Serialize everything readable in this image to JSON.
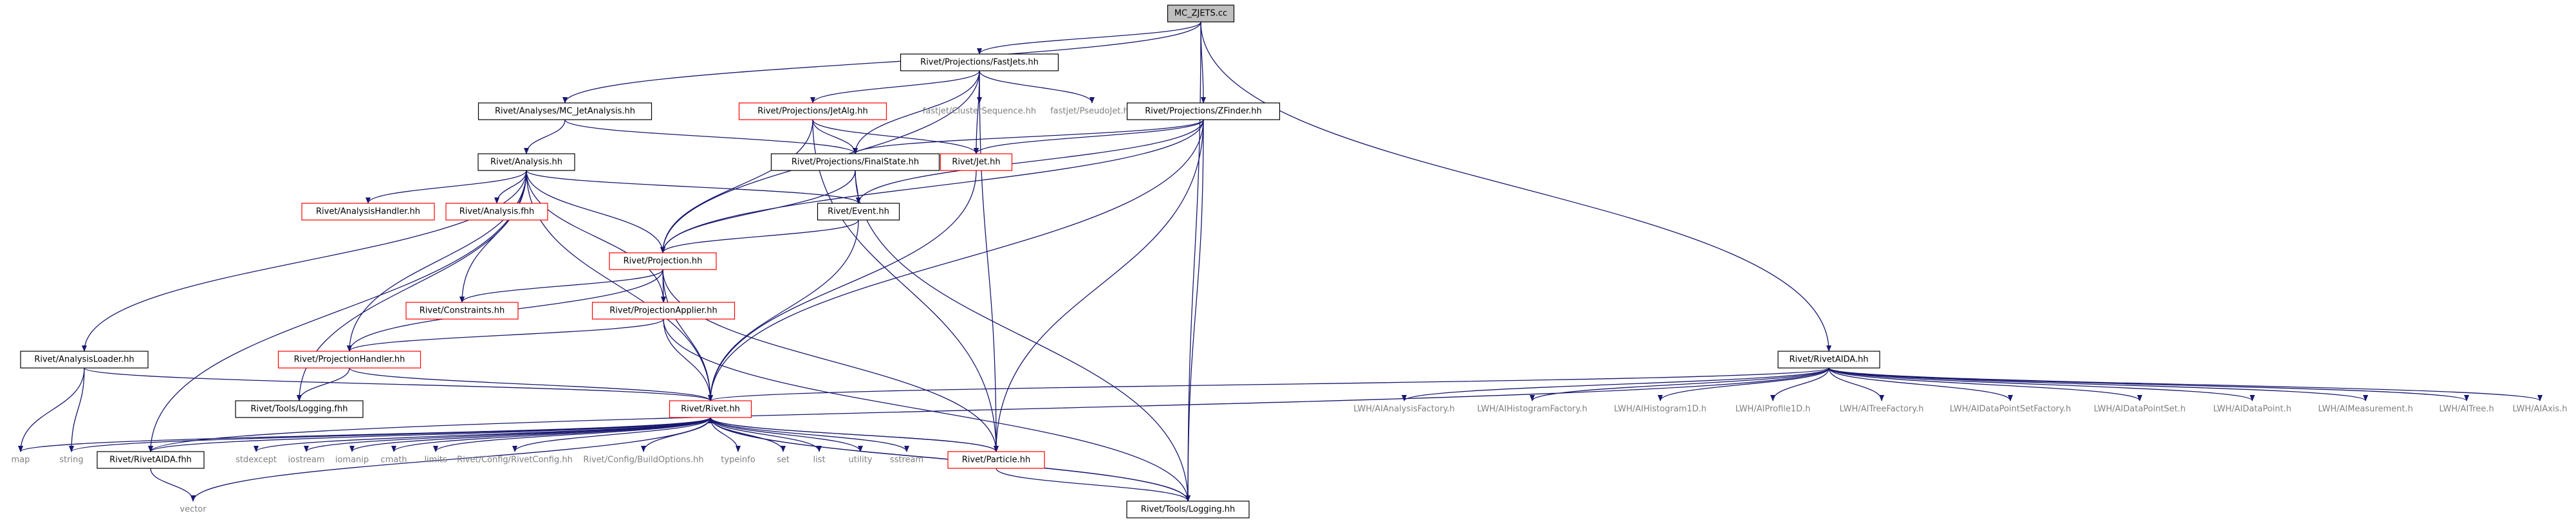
{
  "colors": {
    "edge": "#191970",
    "box_border_black": "#000000",
    "box_border_red": "#ff0000",
    "root_fill": "#bfbfbf",
    "external_text": "#808080"
  },
  "nodes": [
    {
      "id": "mc_zjets",
      "label": "MC_ZJETS.cc",
      "kind": "root"
    },
    {
      "id": "fastjets",
      "label": "Rivet/Projections/FastJets.hh",
      "kind": "black"
    },
    {
      "id": "mc_jetanalysis",
      "label": "Rivet/Analyses/MC_JetAnalysis.hh",
      "kind": "black"
    },
    {
      "id": "jetalg",
      "label": "Rivet/Projections/JetAlg.hh",
      "kind": "red"
    },
    {
      "id": "clusterseq",
      "label": "fastjet/ClusterSequence.hh",
      "kind": "plain"
    },
    {
      "id": "pseudojet",
      "label": "fastjet/PseudoJet.hh",
      "kind": "plain"
    },
    {
      "id": "zfinder",
      "label": "Rivet/Projections/ZFinder.hh",
      "kind": "black"
    },
    {
      "id": "analysis",
      "label": "Rivet/Analysis.hh",
      "kind": "black"
    },
    {
      "id": "finalstate",
      "label": "Rivet/Projections/FinalState.hh",
      "kind": "black"
    },
    {
      "id": "jet",
      "label": "Rivet/Jet.hh",
      "kind": "red"
    },
    {
      "id": "analysishandler",
      "label": "Rivet/AnalysisHandler.hh",
      "kind": "red"
    },
    {
      "id": "analysisfhh",
      "label": "Rivet/Analysis.fhh",
      "kind": "red"
    },
    {
      "id": "event",
      "label": "Rivet/Event.hh",
      "kind": "black"
    },
    {
      "id": "projection",
      "label": "Rivet/Projection.hh",
      "kind": "red"
    },
    {
      "id": "constraints",
      "label": "Rivet/Constraints.hh",
      "kind": "red"
    },
    {
      "id": "projectionapplier",
      "label": "Rivet/ProjectionApplier.hh",
      "kind": "red"
    },
    {
      "id": "analysisloader",
      "label": "Rivet/AnalysisLoader.hh",
      "kind": "black"
    },
    {
      "id": "projectionhandler",
      "label": "Rivet/ProjectionHandler.hh",
      "kind": "red"
    },
    {
      "id": "loggingfhh",
      "label": "Rivet/Tools/Logging.fhh",
      "kind": "black"
    },
    {
      "id": "rivet",
      "label": "Rivet/Rivet.hh",
      "kind": "red"
    },
    {
      "id": "rivetaidahh",
      "label": "Rivet/RivetAIDA.hh",
      "kind": "black"
    },
    {
      "id": "rivetaidafhh",
      "label": "Rivet/RivetAIDA.fhh",
      "kind": "black"
    },
    {
      "id": "particle",
      "label": "Rivet/Particle.hh",
      "kind": "red"
    },
    {
      "id": "logginghh",
      "label": "Rivet/Tools/Logging.hh",
      "kind": "black"
    },
    {
      "id": "map",
      "label": "map",
      "kind": "plain"
    },
    {
      "id": "string",
      "label": "string",
      "kind": "plain"
    },
    {
      "id": "vector",
      "label": "vector",
      "kind": "plain"
    },
    {
      "id": "stdexcept",
      "label": "stdexcept",
      "kind": "plain"
    },
    {
      "id": "iostream",
      "label": "iostream",
      "kind": "plain"
    },
    {
      "id": "iomanip",
      "label": "iomanip",
      "kind": "plain"
    },
    {
      "id": "cmath",
      "label": "cmath",
      "kind": "plain"
    },
    {
      "id": "limits",
      "label": "limits",
      "kind": "plain"
    },
    {
      "id": "rivetconfig",
      "label": "Rivet/Config/RivetConfig.hh",
      "kind": "plain"
    },
    {
      "id": "buildoptions",
      "label": "Rivet/Config/BuildOptions.hh",
      "kind": "plain"
    },
    {
      "id": "typeinfo",
      "label": "typeinfo",
      "kind": "plain"
    },
    {
      "id": "set",
      "label": "set",
      "kind": "plain"
    },
    {
      "id": "list",
      "label": "list",
      "kind": "plain"
    },
    {
      "id": "utility",
      "label": "utility",
      "kind": "plain"
    },
    {
      "id": "sstream",
      "label": "sstream",
      "kind": "plain"
    },
    {
      "id": "aianalysisfactory",
      "label": "LWH/AIAnalysisFactory.h",
      "kind": "plain"
    },
    {
      "id": "aihistogramfactory",
      "label": "LWH/AIHistogramFactory.h",
      "kind": "plain"
    },
    {
      "id": "aihistogram1d",
      "label": "LWH/AIHistogram1D.h",
      "kind": "plain"
    },
    {
      "id": "aiprofile1d",
      "label": "LWH/AIProfile1D.h",
      "kind": "plain"
    },
    {
      "id": "aitreefactory",
      "label": "LWH/AITreeFactory.h",
      "kind": "plain"
    },
    {
      "id": "aidatapointsetfactory",
      "label": "LWH/AIDataPointSetFactory.h",
      "kind": "plain"
    },
    {
      "id": "aidatapointset",
      "label": "LWH/AIDataPointSet.h",
      "kind": "plain"
    },
    {
      "id": "aidatapoint",
      "label": "LWH/AIDataPoint.h",
      "kind": "plain"
    },
    {
      "id": "aimeasurement",
      "label": "LWH/AIMeasurement.h",
      "kind": "plain"
    },
    {
      "id": "aitree",
      "label": "LWH/AITree.h",
      "kind": "plain"
    },
    {
      "id": "aiaxis",
      "label": "LWH/AIAxis.h",
      "kind": "plain"
    }
  ],
  "edges": [
    [
      "mc_zjets",
      "fastjets"
    ],
    [
      "mc_zjets",
      "mc_jetanalysis"
    ],
    [
      "mc_zjets",
      "zfinder"
    ],
    [
      "mc_zjets",
      "rivetaidahh"
    ],
    [
      "mc_zjets",
      "logginghh"
    ],
    [
      "fastjets",
      "jetalg"
    ],
    [
      "fastjets",
      "clusterseq"
    ],
    [
      "fastjets",
      "pseudojet"
    ],
    [
      "fastjets",
      "finalstate"
    ],
    [
      "fastjets",
      "jet"
    ],
    [
      "fastjets",
      "projection"
    ],
    [
      "fastjets",
      "particle"
    ],
    [
      "mc_jetanalysis",
      "analysis"
    ],
    [
      "mc_jetanalysis",
      "finalstate"
    ],
    [
      "jetalg",
      "finalstate"
    ],
    [
      "jetalg",
      "jet"
    ],
    [
      "jetalg",
      "projection"
    ],
    [
      "jetalg",
      "particle"
    ],
    [
      "zfinder",
      "finalstate"
    ],
    [
      "zfinder",
      "jet"
    ],
    [
      "zfinder",
      "event"
    ],
    [
      "zfinder",
      "projection"
    ],
    [
      "zfinder",
      "rivet"
    ],
    [
      "zfinder",
      "particle"
    ],
    [
      "zfinder",
      "logginghh"
    ],
    [
      "analysis",
      "analysishandler"
    ],
    [
      "analysis",
      "analysisfhh"
    ],
    [
      "analysis",
      "event"
    ],
    [
      "analysis",
      "projection"
    ],
    [
      "analysis",
      "constraints"
    ],
    [
      "analysis",
      "projectionapplier"
    ],
    [
      "analysis",
      "analysisloader"
    ],
    [
      "analysis",
      "projectionhandler"
    ],
    [
      "analysis",
      "loggingfhh"
    ],
    [
      "analysis",
      "rivet"
    ],
    [
      "analysis",
      "rivetaidafhh"
    ],
    [
      "finalstate",
      "event"
    ],
    [
      "finalstate",
      "projection"
    ],
    [
      "finalstate",
      "logginghh"
    ],
    [
      "jet",
      "rivet"
    ],
    [
      "event",
      "projection"
    ],
    [
      "event",
      "rivet"
    ],
    [
      "projection",
      "constraints"
    ],
    [
      "projection",
      "projectionapplier"
    ],
    [
      "projection",
      "projectionhandler"
    ],
    [
      "projection",
      "rivet"
    ],
    [
      "projection",
      "particle"
    ],
    [
      "projectionapplier",
      "projectionhandler"
    ],
    [
      "projectionapplier",
      "rivet"
    ],
    [
      "projectionapplier",
      "logginghh"
    ],
    [
      "analysisloader",
      "rivet"
    ],
    [
      "analysisloader",
      "map"
    ],
    [
      "analysisloader",
      "string"
    ],
    [
      "projectionhandler",
      "loggingfhh"
    ],
    [
      "projectionhandler",
      "rivet"
    ],
    [
      "rivetaidahh",
      "rivet"
    ],
    [
      "rivetaidahh",
      "rivetaidafhh"
    ],
    [
      "rivetaidahh",
      "aianalysisfactory"
    ],
    [
      "rivetaidahh",
      "aihistogramfactory"
    ],
    [
      "rivetaidahh",
      "aihistogram1d"
    ],
    [
      "rivetaidahh",
      "aiprofile1d"
    ],
    [
      "rivetaidahh",
      "aitreefactory"
    ],
    [
      "rivetaidahh",
      "aidatapointsetfactory"
    ],
    [
      "rivetaidahh",
      "aidatapointset"
    ],
    [
      "rivetaidahh",
      "aidatapoint"
    ],
    [
      "rivetaidahh",
      "aimeasurement"
    ],
    [
      "rivetaidahh",
      "aitree"
    ],
    [
      "rivetaidahh",
      "aiaxis"
    ],
    [
      "rivet",
      "map"
    ],
    [
      "rivet",
      "string"
    ],
    [
      "rivet",
      "vector"
    ],
    [
      "rivet",
      "rivetaidafhh"
    ],
    [
      "rivet",
      "stdexcept"
    ],
    [
      "rivet",
      "iostream"
    ],
    [
      "rivet",
      "iomanip"
    ],
    [
      "rivet",
      "cmath"
    ],
    [
      "rivet",
      "limits"
    ],
    [
      "rivet",
      "rivetconfig"
    ],
    [
      "rivet",
      "buildoptions"
    ],
    [
      "rivet",
      "typeinfo"
    ],
    [
      "rivet",
      "set"
    ],
    [
      "rivet",
      "list"
    ],
    [
      "rivet",
      "utility"
    ],
    [
      "rivet",
      "sstream"
    ],
    [
      "rivet",
      "particle"
    ],
    [
      "rivet",
      "logginghh"
    ],
    [
      "rivetaidafhh",
      "vector"
    ],
    [
      "particle",
      "rivet"
    ],
    [
      "particle",
      "logginghh"
    ],
    [
      "logginghh",
      "rivet"
    ]
  ]
}
